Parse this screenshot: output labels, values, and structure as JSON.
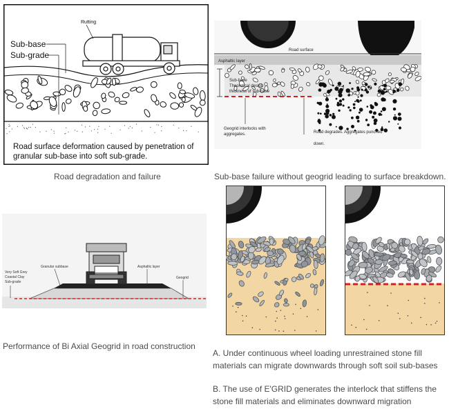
{
  "figures": {
    "degradation": {
      "label_rutting": "Rutting",
      "label_subbase": "Sub-base",
      "label_subgrade": "Sub-grade",
      "caption_line1": "Road surface deformation caused by penetration of",
      "caption_line2": "granular sub-base into soft sub-grade."
    },
    "failure": {
      "label_road_surface": "Road surface",
      "label_asphaltic": "Asphaltic layer",
      "label_sub_base": "Sub-base",
      "label_design1": "Theoretical design",
      "label_design2": "thickness of sub-base",
      "label_geogrid1": "Geogrid interlocks with",
      "label_geogrid2": "aggregates.",
      "label_degrades1": "Road degrades. Aggregates punched",
      "label_degrades2": "down."
    },
    "geogrid": {
      "label_soft1": "Very Soft Grey",
      "label_soft2": "Coastal Clay",
      "label_soft3": "Sub-grade",
      "label_granular": "Granular subbase",
      "label_asphaltic": "Asphaltic layer",
      "label_geogrid": "Geogrid"
    }
  },
  "captions": {
    "road_degradation": "Road degradation and failure",
    "subbase_failure": "Sub-base failure without geogrid leading to surface breakdown.",
    "performance": "Performance of Bi Axial Geogrid in road construction",
    "a_line1": "A. Under continuous wheel loading unrestrained stone fill",
    "a_line2": "materials can migrate downwards through soft soil sub-bases",
    "b_line1": "B. The use of E'GRID generates the interlock that stiffens the",
    "b_line2": "stone fill materials and eliminates downward migration"
  },
  "colors": {
    "geogrid_red": "#d42020",
    "soil_tan": "#f2d7a4",
    "stone_grey": "#a9aeb3"
  }
}
